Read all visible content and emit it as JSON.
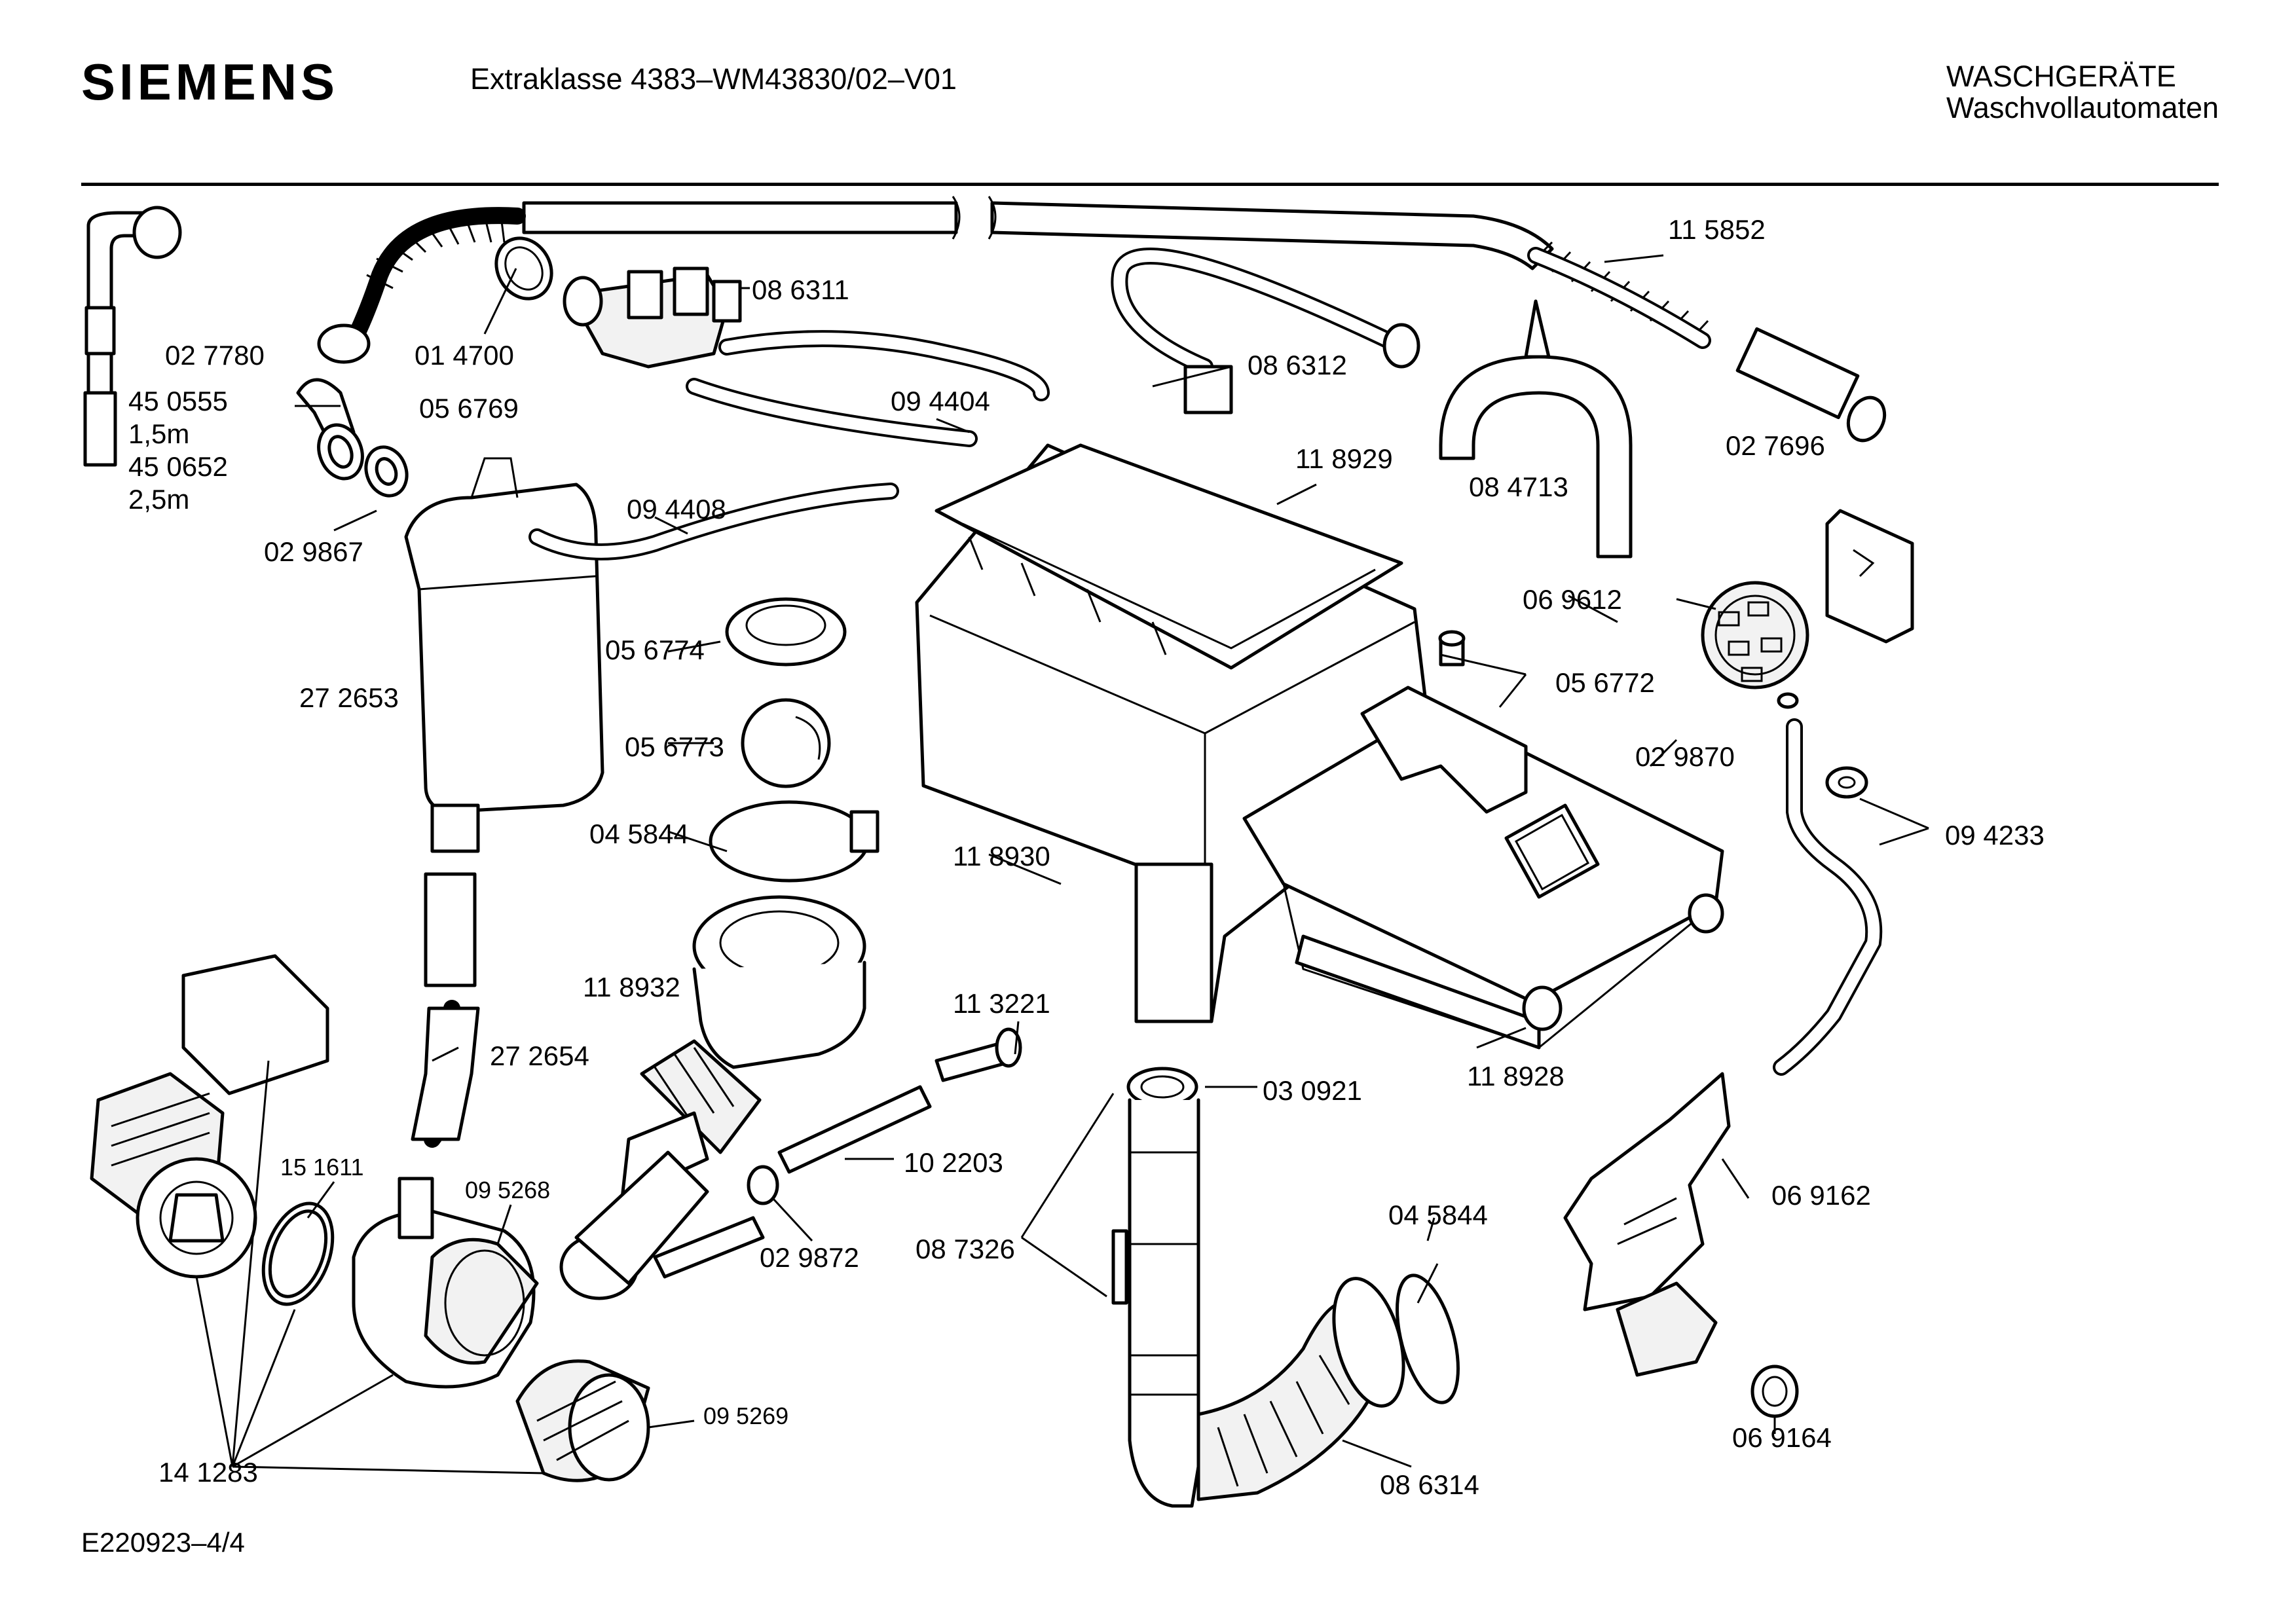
{
  "header": {
    "brand": "SIEMENS",
    "model": "Extraklasse 4383–WM43830/02–V01",
    "category": "WASCHGERÄTE",
    "subcategory": "Waschvollautomaten"
  },
  "footer": {
    "code": "E220923–4/4"
  },
  "parts": {
    "p027780": "02 7780",
    "p450555": "45 0555",
    "len15": "1,5m",
    "p450652": "45 0652",
    "len25": "2,5m",
    "p014700": "01 4700",
    "p056769": "05 6769",
    "p029867": "02 9867",
    "p086311": "08 6311",
    "p094404": "09 4404",
    "p094408": "09 4408",
    "p272653": "27 2653",
    "p056774": "05 6774",
    "p056773": "05 6773",
    "p045844a": "04 5844",
    "p118932": "11 8932",
    "p272654": "27 2654",
    "p151611": "15 1611",
    "p095268": "09 5268",
    "p095269": "09 5269",
    "p141283": "14 1283",
    "p113221": "11 3221",
    "p102203": "10 2203",
    "p029872": "02 9872",
    "p118930": "11 8930",
    "p086312": "08 6312",
    "p118929": "11 8929",
    "p115852": "11 5852",
    "p084713": "08 4713",
    "p027696": "02 7696",
    "p069612": "06 9612",
    "p056772": "05 6772",
    "p029870": "02 9870",
    "p094233": "09 4233",
    "p118928": "11 8928",
    "p030921": "03 0921",
    "p087326": "08 7326",
    "p045844b": "04 5844",
    "p086314": "08 6314",
    "p069162": "06 9162",
    "p069164": "06 9164"
  }
}
